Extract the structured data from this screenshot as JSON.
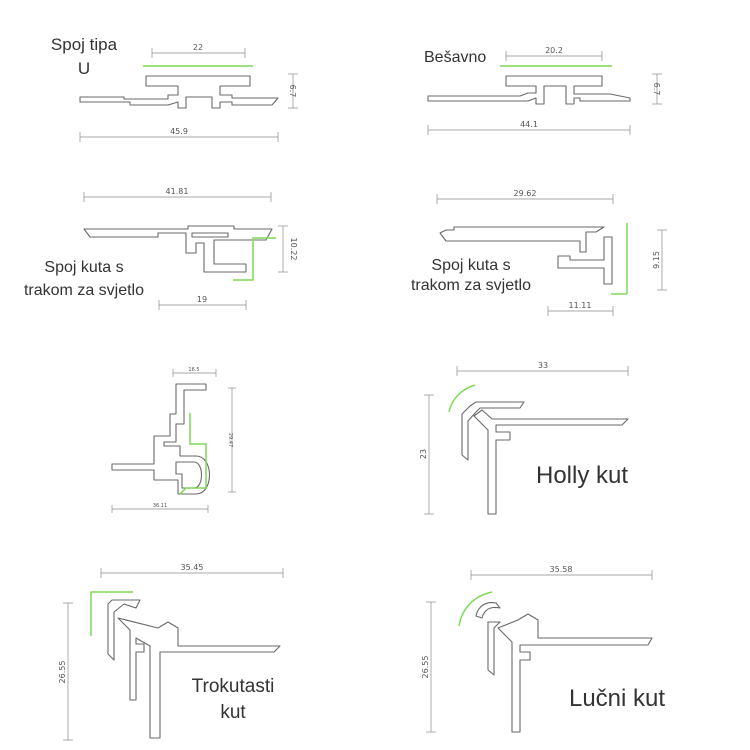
{
  "labels": {
    "u_joint_line1": "Spoj tipa",
    "u_joint_line2": "U",
    "seamless": "Bešavno",
    "corner_strip_left_line1": "Spoj kuta s",
    "corner_strip_left_line2": "trakom za svjetlo",
    "corner_strip_right_line1": "Spoj kuta s",
    "corner_strip_right_line2": "trakom za svjetlo",
    "holly": "Holly kut",
    "triangular_line1": "Trokutasti",
    "triangular_line2": "kut",
    "arc": "Lučni kut"
  },
  "dimensions": {
    "u_top": "22",
    "u_height": "6.7",
    "u_width": "45.9",
    "seam_top": "20.2",
    "seam_height": "6.7",
    "seam_width": "44.1",
    "cl_width": "41.81",
    "cl_height": "10.22",
    "cl_bottom": "19",
    "cr_width": "29.62",
    "cr_height": "9.15",
    "cr_bottom": "11.11",
    "mid_top": "16.5",
    "mid_height": "29.47",
    "mid_bottom": "36.11",
    "holly_width": "33",
    "holly_height": "23",
    "tri_width": "35.45",
    "tri_height": "26.55",
    "arc_width": "35.58",
    "arc_height": "26.55"
  }
}
